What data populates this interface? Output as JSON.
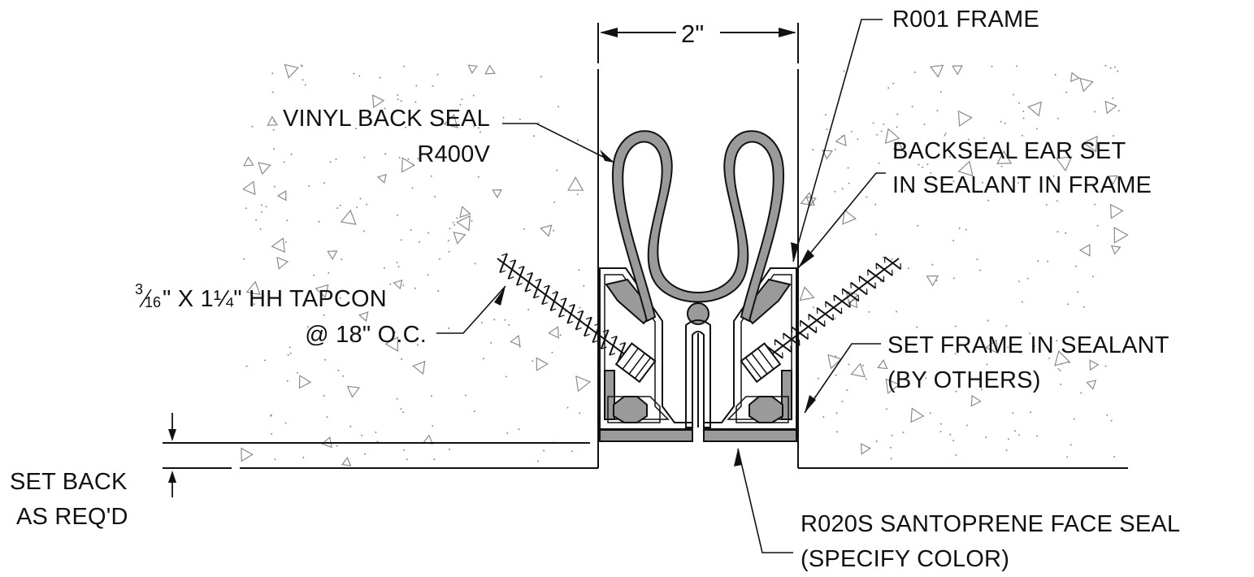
{
  "labels": {
    "dimension": "2\"",
    "frame": "R001 FRAME",
    "back_seal_line1": "VINYL BACK SEAL",
    "back_seal_line2": "R400V",
    "ear_line1": "BACKSEAL EAR SET",
    "ear_line2": "IN SEALANT IN FRAME",
    "tapcon_num": "3",
    "tapcon_den": "16",
    "tapcon_rest": "\" X 1¼\" HH TAPCON",
    "tapcon_line2": "@ 18\" O.C.",
    "set_frame_line1": "SET FRAME IN SEALANT",
    "set_frame_line2": "(BY OTHERS)",
    "setback_line1": "SET BACK",
    "setback_line2": "AS REQ'D",
    "face_seal_line1": "R020S SANTOPRENE FACE SEAL",
    "face_seal_line2": "(SPECIFY COLOR)"
  },
  "colors": {
    "line": "#111111",
    "fill_gray": "#9a9a9a",
    "speckle": "#8a8a8a"
  }
}
